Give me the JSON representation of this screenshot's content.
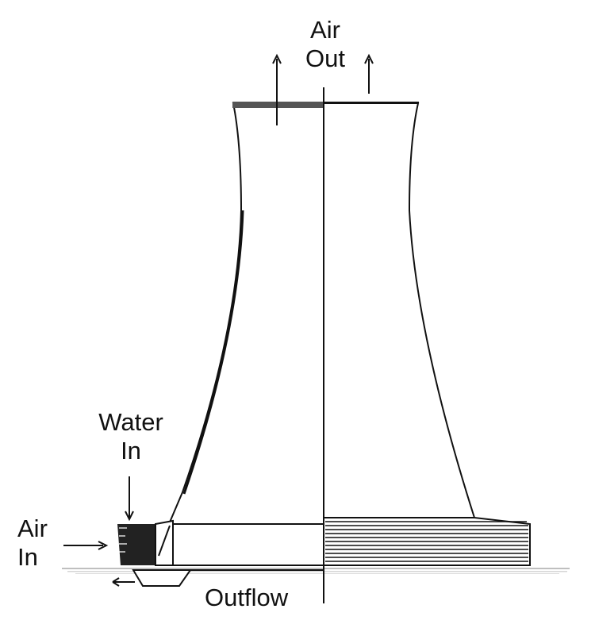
{
  "labels": {
    "air_out_line1": "Air",
    "air_out_line2": "Out",
    "water_in_line1": "Water",
    "water_in_line2": "In",
    "air_in_line1": "Air",
    "air_in_line2": "In",
    "outflow": "Outflow"
  },
  "colors": {
    "ink": "#111111",
    "paper": "#ffffff",
    "ground": "#8a8a8a"
  }
}
